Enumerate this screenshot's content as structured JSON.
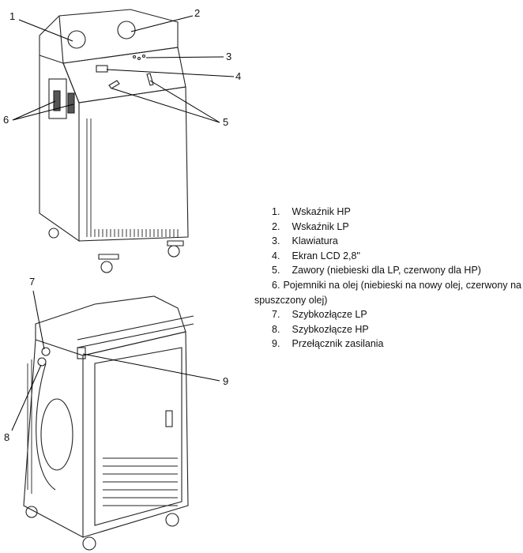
{
  "callouts": {
    "c1": "1",
    "c2": "2",
    "c3": "3",
    "c4": "4",
    "c5": "5",
    "c6": "6",
    "c7": "7",
    "c8": "8",
    "c9": "9"
  },
  "legend": [
    {
      "num": "1.",
      "text": "Wskaźnik HP"
    },
    {
      "num": "2.",
      "text": "Wskaźnik LP"
    },
    {
      "num": "3.",
      "text": "Klawiatura"
    },
    {
      "num": "4.",
      "text": "Ekran LCD 2,8\""
    },
    {
      "num": "5.",
      "text": "Zawory (niebieski dla LP, czerwony dla HP)"
    },
    {
      "num": "6.",
      "text": "Pojemniki na olej (niebieski na nowy olej, czerwony na spuszczony olej)"
    },
    {
      "num": "7.",
      "text": "Szybkozłącze LP"
    },
    {
      "num": "8.",
      "text": "Szybkozłącze HP"
    },
    {
      "num": "9.",
      "text": "Przełącznik zasilania"
    }
  ]
}
